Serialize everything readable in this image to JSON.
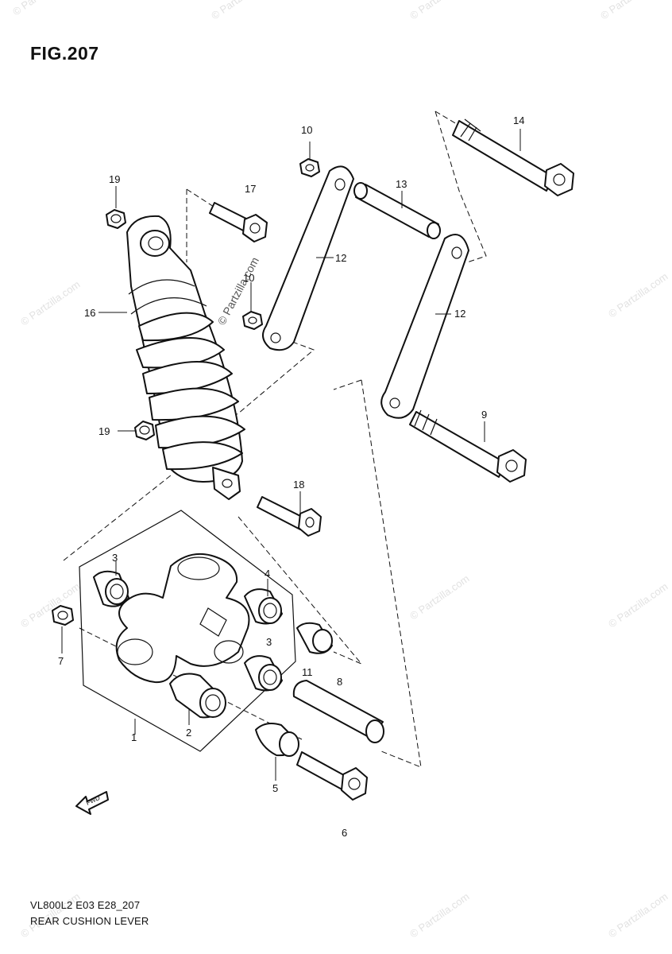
{
  "figure": {
    "title": "FIG.207",
    "model_code": "VL800L2 E03 E28_207",
    "caption": "REAR CUSHION LEVER"
  },
  "fwd_label": "FWD",
  "watermark": {
    "text": "© Partzilla.com"
  },
  "callouts": [
    "1",
    "2",
    "3",
    "4",
    "3",
    "5",
    "6",
    "7",
    "8",
    "9",
    "10",
    "11",
    "12",
    "12",
    "13",
    "14",
    "16",
    "17",
    "18",
    "19",
    "19",
    "10"
  ]
}
